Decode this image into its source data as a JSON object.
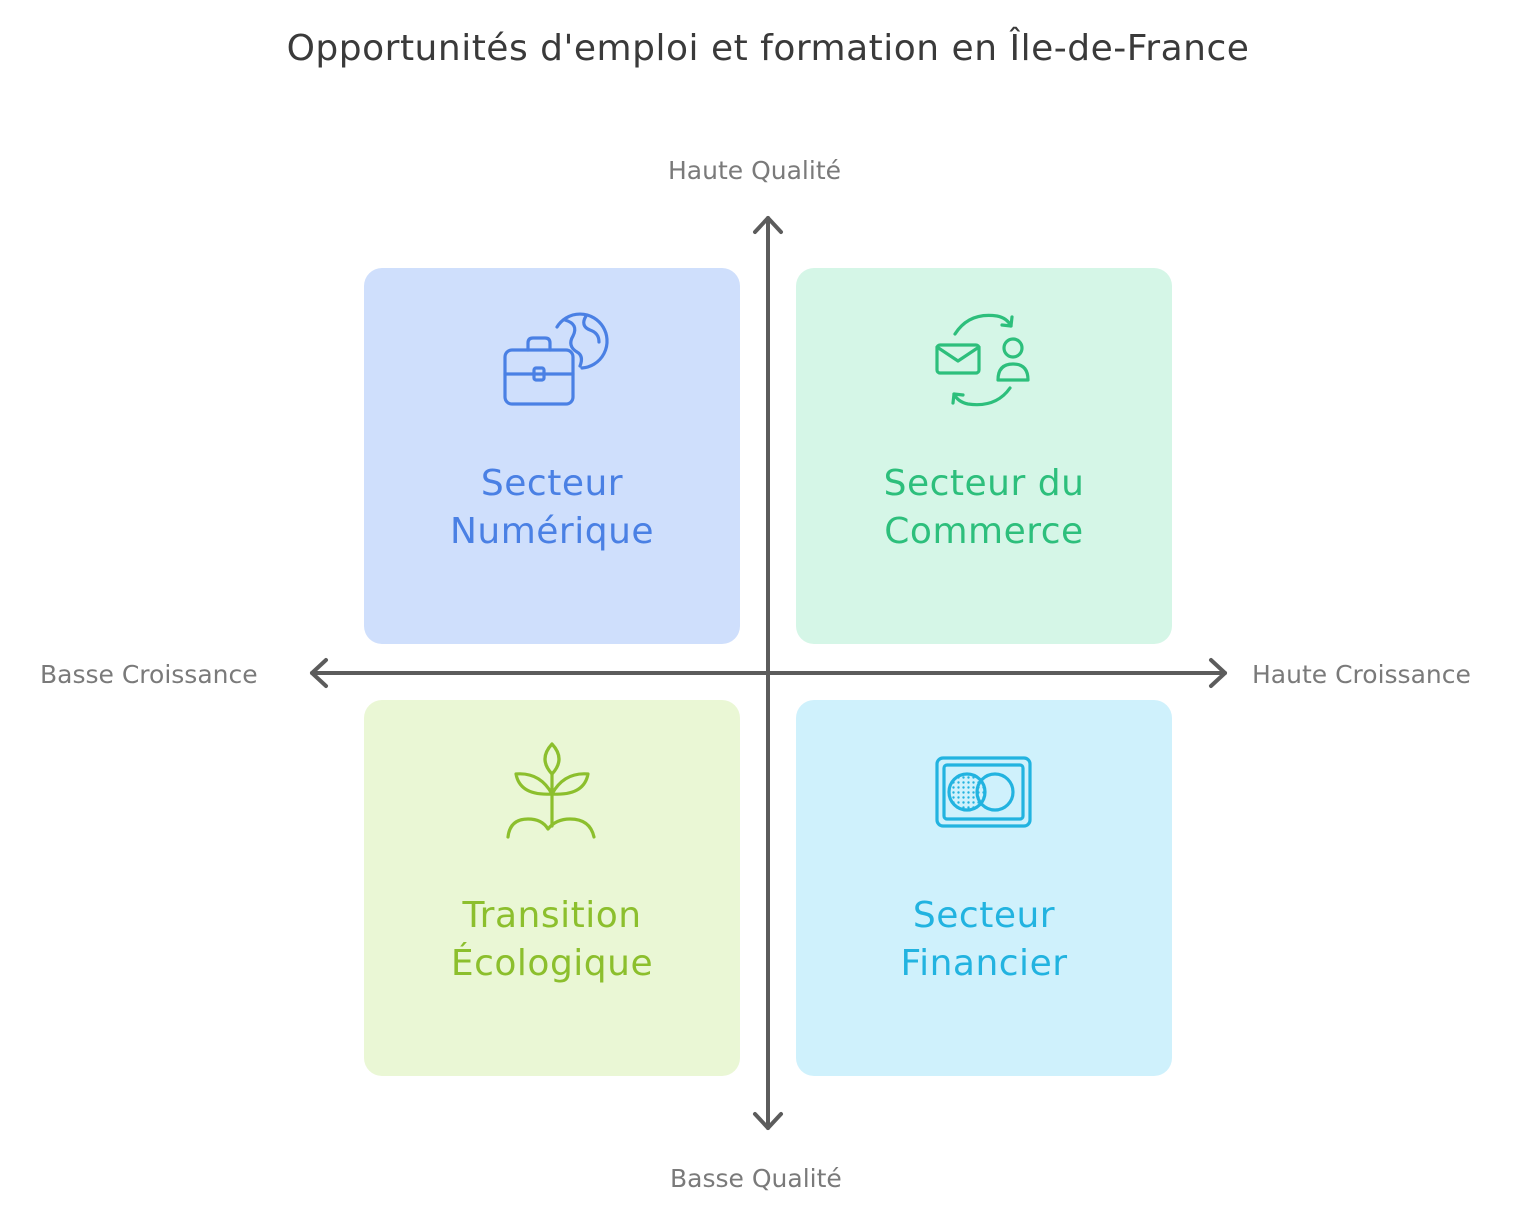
{
  "title": "Opportunités d'emploi et formation en Île-de-France",
  "axes": {
    "top": "Haute Qualité",
    "bottom": "Basse Qualité",
    "left": "Basse Croissance",
    "right": "Haute Croissance"
  },
  "quadrants": [
    {
      "id": "top-left",
      "line1": "Secteur",
      "line2": "Numérique",
      "icon": "briefcase-globe-icon",
      "bg": "#cfdffc",
      "color": "#4a80e4"
    },
    {
      "id": "top-right",
      "line1": "Secteur du",
      "line2": "Commerce",
      "icon": "mail-user-exchange-icon",
      "bg": "#d5f6e7",
      "color": "#2dbf7c"
    },
    {
      "id": "bottom-left",
      "line1": "Transition",
      "line2": "Écologique",
      "icon": "sprout-icon",
      "bg": "#eaf7d5",
      "color": "#8cbf2d"
    },
    {
      "id": "bottom-right",
      "line1": "Secteur",
      "line2": "Financier",
      "icon": "credit-card-icon",
      "bg": "#cff1fc",
      "color": "#22b3e0"
    }
  ]
}
